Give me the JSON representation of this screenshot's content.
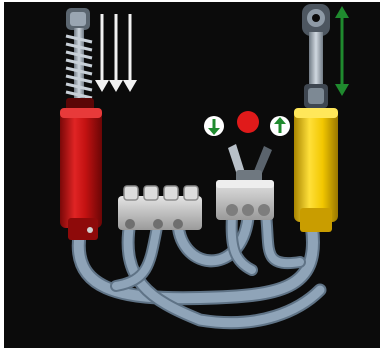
{
  "figure": {
    "description_hidden": "",
    "colors": {
      "background": "#0b0b0b",
      "frame": "#ffffff",
      "red_cylinder": "#c41212",
      "red_cylinder_dark": "#7a0808",
      "yellow_cylinder": "#f2c700",
      "yellow_cylinder_dark": "#a88400",
      "gray_part": "#c9c9c9",
      "gray_part_dark": "#8c8c8c",
      "hose": "#8fa4b8",
      "hose_dark": "#5f7386",
      "arrow_white": "#f2f2f2",
      "arrow_green": "#1f8a2e",
      "indicator_red": "#e01a1a"
    },
    "icons": {
      "left_cylinder": "pneumatic-cylinder-red",
      "right_cylinder": "pneumatic-cylinder-yellow",
      "pump": "hand-pump",
      "switch": "pneumatic-switch",
      "indicator_down": "green-down-arrow-circle",
      "indicator_up": "green-up-arrow-circle",
      "indicator_stop": "red-dot",
      "force_arrows": "white-down-arrows",
      "motion_arrow": "green-double-arrow"
    }
  }
}
